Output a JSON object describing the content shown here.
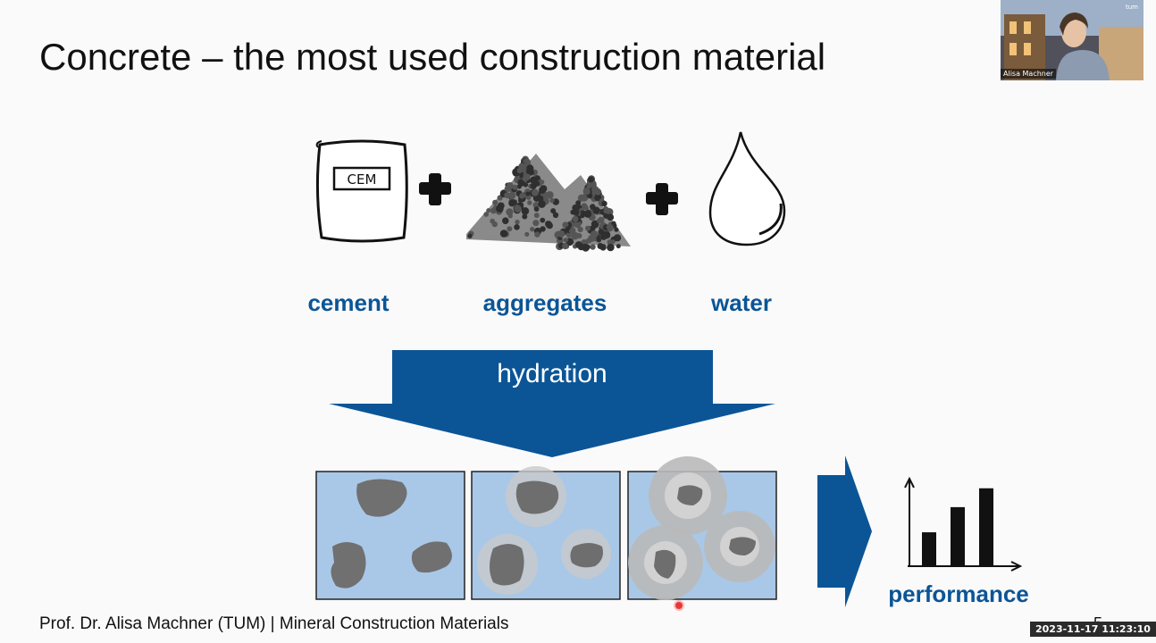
{
  "slide": {
    "title": "Concrete – the most used construction material",
    "bag_label": "CEM",
    "labels": {
      "cement": "cement",
      "aggregates": "aggregates",
      "water": "water"
    },
    "process_label": "hydration",
    "result_label": "performance",
    "footer": "Prof. Dr. Alisa Machner (TUM) | Mineral Construction Materials",
    "page_number": "5",
    "performance_bars": [
      0.42,
      0.74,
      0.98
    ],
    "colors": {
      "accent": "#0b5596",
      "cell_background": "#a9c8e8",
      "particle": "#707070"
    }
  },
  "video": {
    "participant_name": "Alisa Machner",
    "corner_label": "tum"
  },
  "recording": {
    "timestamp": "2023-11-17 11:23:10"
  }
}
